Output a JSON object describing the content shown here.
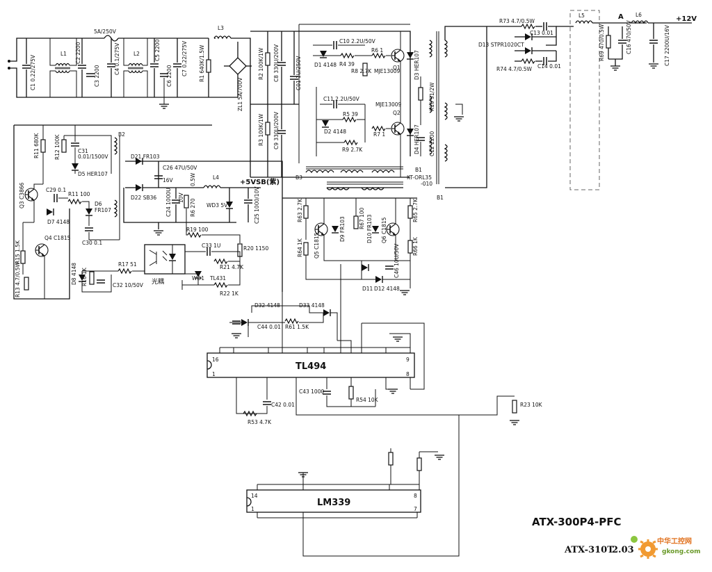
{
  "rails": {
    "v12": "+12V",
    "v5vsb": "+5VSB(紫)",
    "node_a": "A"
  },
  "titles": {
    "model": "ATX-300P4-PFC",
    "model2": "ATX-310T",
    "version": "2.03"
  },
  "ics": {
    "tl494": "TL494",
    "lm339": "LM339"
  },
  "watermark": {
    "cn": "中华工控网",
    "url": "gkong.com"
  },
  "pins": {
    "p16": "16",
    "p1": "1",
    "p9": "9",
    "p8": "8",
    "p14": "14",
    "p1b": "1",
    "p8b": "8",
    "p7": "7"
  },
  "labels": {
    "fuse": "5A/250V",
    "l1": "L1",
    "l2": "L2",
    "l3": "L3",
    "l4": "L4",
    "l5": "L5",
    "l6": "L6",
    "c1": "C1 0.22/275V",
    "c2": "C2 2200",
    "c3": "C3 2200",
    "c4": "C4 0.1/275V",
    "c5": "C5 2200",
    "c6": "C6 2200",
    "c7": "C7 0.22/275V",
    "r1": "R1 640K/1.5W",
    "zl1": "ZL1 5A/700V",
    "r2": "R2 100K/1W",
    "r3": "R3 100K/1W",
    "c8": "C8 330U/200V",
    "c9": "C9 330U/200V",
    "c01": "C01 1U/250V",
    "c10": "C10 2.2U/50V",
    "d1": "D1 4148",
    "r4": "R4 39",
    "r6": "R6 1",
    "r8": "R8 2.7K",
    "q1": "Q1",
    "mje1": "MJE13009",
    "d3": "D3 HER107",
    "c11": "C11 2.2U/50V",
    "r5": "R5 39",
    "mje2": "MJE13009",
    "q2": "Q2",
    "d2": "D2 4148",
    "r7": "R7 1",
    "r9": "R9 2.7K",
    "d4": "D4 HER107",
    "r10": "R10 51/2W",
    "c12": "C12 2200",
    "b1": "B1",
    "b1b": "B1",
    "kt": "KT-ORL35",
    "kt2": "-010",
    "b3": "B3",
    "r73": "R73 4.7/0.5W",
    "c13": "C13 0.01",
    "d13": "D13 STPR1020CT",
    "r74": "R74 4.7/0.5W",
    "c14": "C14 0.01",
    "r69": "R69 470/0.5W",
    "c16": "C16 470/50V",
    "c17": "C17 2200U/16V",
    "r11": "R11 680K",
    "r12": "R12 100K",
    "c31": "C31",
    "c31v": "0.01/1500V",
    "d5": "D5 HER107",
    "b2": "B2",
    "q3": "Q3 C3866",
    "c29": "C29 0.1",
    "r11b": "R11 100",
    "d6": "D6",
    "d6b": "FR107",
    "d7": "D7 4148",
    "q4": "Q4 C1815",
    "c30": "C30 0.1",
    "r15": "R15 1.5K",
    "r13": "R13 4.7/0.5W",
    "d8": "D8 4148",
    "r16": "R16 1K",
    "r17": "R17 51",
    "c32": "C32 10/50V",
    "d21": "D21 FR103",
    "d22": "D22 SB36",
    "c26": "C26 47U/50V",
    "c26b": "16V",
    "c24": "C24 1000U",
    "c24b": "10V",
    "r6b": "R6 270",
    "r6w": "0.5W",
    "wd3": "WD3 5V",
    "c25": "C25 1000/10V",
    "r19": "R19 100",
    "r20": "R20 1150",
    "c33": "C33 1U",
    "r21": "R21 4.7K",
    "wd1": "WD1",
    "tl431": "TL431",
    "r22": "R22 1K",
    "opto": "光耦",
    "r63": "R63 2.7K",
    "r64": "R64 1K",
    "q5": "Q5 C1815",
    "d9": "D9 FR103",
    "r67": "R67 100",
    "d10": "D10 FR103",
    "q6": "Q6 C1815",
    "r65": "R65 2.7K",
    "r66": "R66 1K",
    "c46": "C46 10U/50V",
    "d11": "D11",
    "d12": "D12 4148",
    "d32": "D32 4148",
    "d33": "D33 4148",
    "c44": "C44 0.01",
    "r61": "R61 1.5K",
    "c43": "C43 1000",
    "r54": "R54 10K",
    "c42": "C42 0.01",
    "r53": "R53 4.7K",
    "r23": "R23 10K"
  }
}
